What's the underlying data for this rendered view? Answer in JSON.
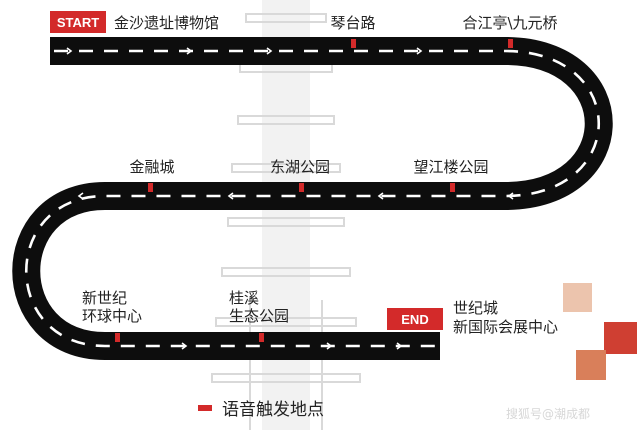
{
  "colors": {
    "road": "#0d0d0d",
    "dash": "#ffffff",
    "marker": "#d32a2a",
    "text": "#222222",
    "pagoda": "#d9d9d9",
    "tile_light": "#ecc4ad",
    "tile_mid": "#d97f5a",
    "tile_dark": "#cf3f32"
  },
  "start_label": "START",
  "end_label": "END",
  "stops": {
    "jinsha": "金沙遗址博物馆",
    "qintai": "琴台路",
    "hejiangting": "合江亭\\九元桥",
    "jinrong": "金融城",
    "donghu": "东湖公园",
    "wangjianglou": "望江楼公园",
    "xinshiji_1": "新世纪",
    "xinshiji_2": "环球中心",
    "guixi_1": "桂溪",
    "guixi_2": "生态公园",
    "shijicheng_1": "世纪城",
    "shijicheng_2": "新国际会展中心"
  },
  "legend": {
    "label": "语音触发地点"
  },
  "watermark": "搜狐号@潮成都"
}
